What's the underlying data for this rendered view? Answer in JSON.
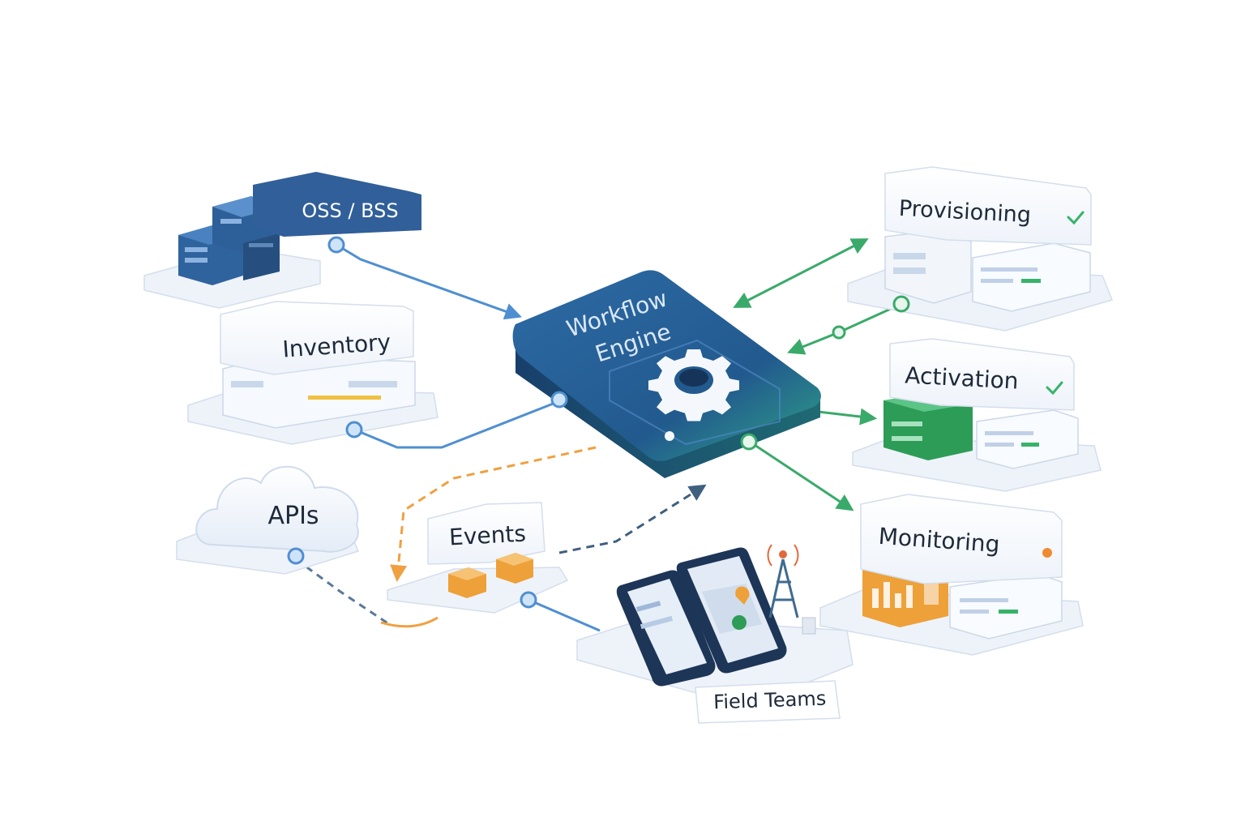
{
  "engine": {
    "line1": "Workflow",
    "line2": "Engine",
    "icon": "gear-icon"
  },
  "sources": {
    "oss_bss": "OSS / BSS",
    "inventory": "Inventory",
    "apis": "APIs",
    "events": "Events"
  },
  "targets": {
    "provisioning": "Provisioning",
    "activation": "Activation",
    "monitoring": "Monitoring",
    "field_teams": "Field Teams"
  },
  "colors": {
    "engine_top": "#2e6aa3",
    "engine_dark": "#1f4d80",
    "engine_green": "#2fae86",
    "link_blue": "#4f8fd1",
    "link_green": "#3aaa6a",
    "link_orange": "#f0a040",
    "link_gray": "#5b7896",
    "server_blue": "#2f639e",
    "activation_green": "#2c9c57",
    "monitoring_orange": "#eea039",
    "check_green": "#37b36a",
    "text_dark": "#1e2a3a",
    "platform": "#eef3fa"
  }
}
